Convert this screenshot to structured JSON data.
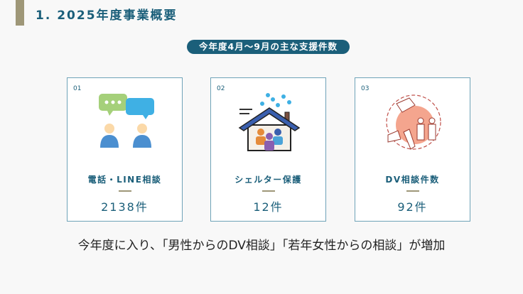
{
  "header": {
    "title": "1. 2025年度事業概要"
  },
  "subtitle": "今年度4月～9月の主な支援件数",
  "cards": [
    {
      "num": "01",
      "label": "電話・LINE相談",
      "value": "2138件"
    },
    {
      "num": "02",
      "label": "シェルター保護",
      "value": "12件"
    },
    {
      "num": "03",
      "label": "DV相談件数",
      "value": "92件"
    }
  ],
  "footer": "今年度に入り、「男性からのDV相談」「若年女性からの相談」が増加"
}
